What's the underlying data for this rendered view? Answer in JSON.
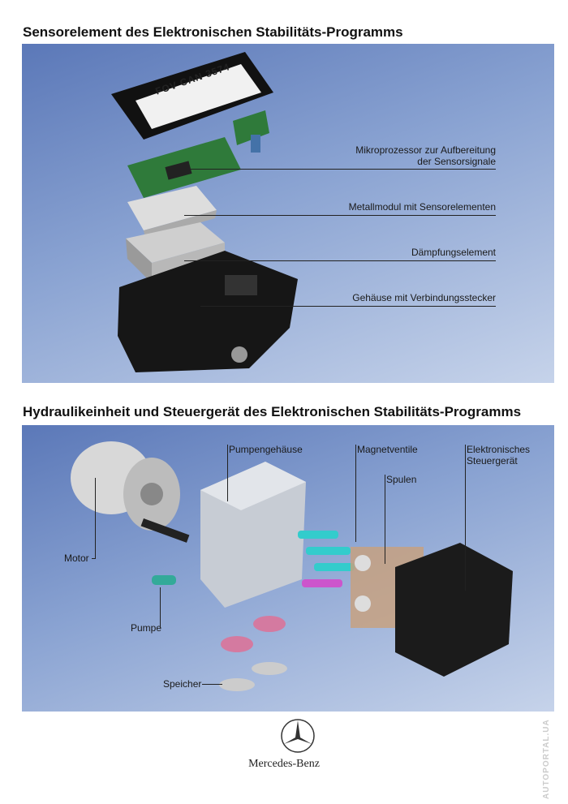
{
  "section1": {
    "title": "Sensorelement des Elektronischen Stabilitäts-Programms",
    "labels": [
      "Mikroprozessor zur Aufbereitung",
      "der Sensorsignale",
      "Metallmodul mit Sensorelementen",
      "Dämpfungselement",
      "Gehäuse mit Verbindungsstecker"
    ],
    "sensor_text": "FOV CAN 3574"
  },
  "section2": {
    "title": "Hydraulikeinheit und Steuergerät des Elektronischen Stabilitäts-Programms",
    "labels": {
      "pumpengehaeuse": "Pumpengehäuse",
      "magnetventile": "Magnetventile",
      "spulen": "Spulen",
      "steuergeraet1": "Elektronisches",
      "steuergeraet2": "Steuergerät",
      "motor": "Motor",
      "pumpe": "Pumpe",
      "speicher": "Speicher"
    }
  },
  "footer": {
    "brand": "Mercedes-Benz",
    "watermark": "AUTOPORTAL.UA"
  }
}
